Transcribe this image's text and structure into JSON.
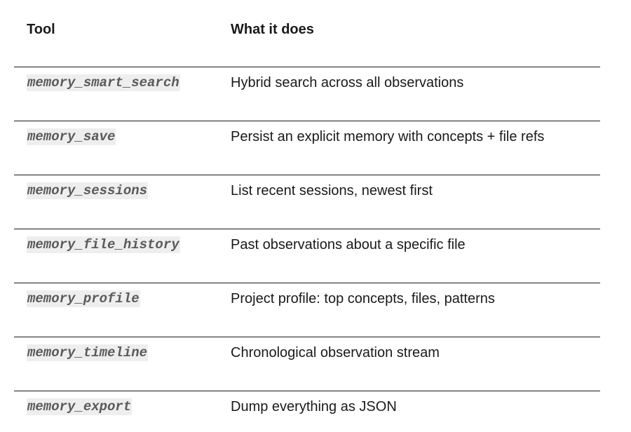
{
  "table": {
    "headers": {
      "tool": "Tool",
      "description": "What it does"
    },
    "rows": [
      {
        "tool": "memory_smart_search",
        "description": "Hybrid search across all observations"
      },
      {
        "tool": "memory_save",
        "description": "Persist an explicit memory with concepts + file refs"
      },
      {
        "tool": "memory_sessions",
        "description": "List recent sessions, newest first"
      },
      {
        "tool": "memory_file_history",
        "description": "Past observations about a specific file"
      },
      {
        "tool": "memory_profile",
        "description": "Project profile: top concepts, files, patterns"
      },
      {
        "tool": "memory_timeline",
        "description": "Chronological observation stream"
      },
      {
        "tool": "memory_export",
        "description": "Dump everything as JSON"
      }
    ]
  },
  "colors": {
    "text": "#1a1a1a",
    "code_text": "#5a5a5a",
    "code_background": "#eeeeee",
    "rule": "#1a1a1a"
  }
}
